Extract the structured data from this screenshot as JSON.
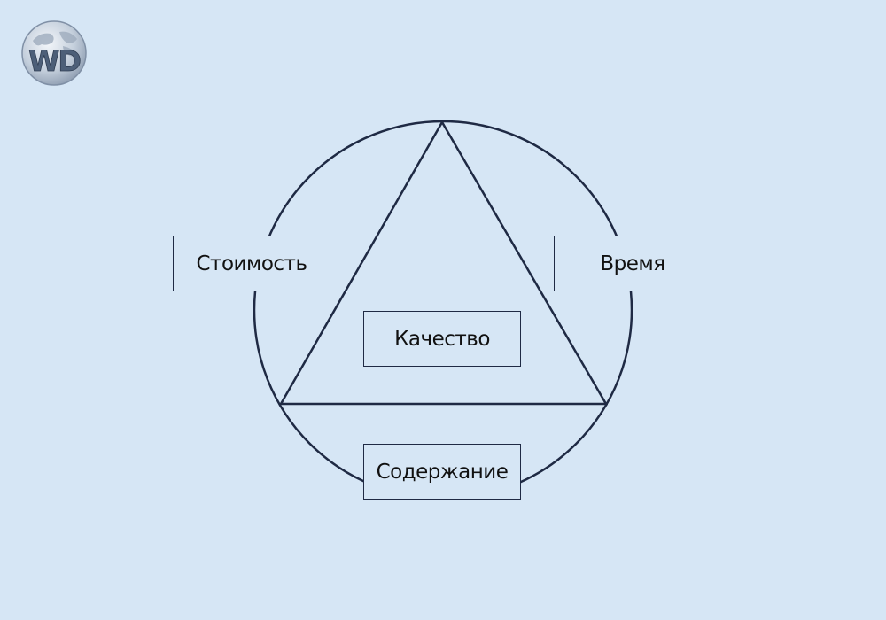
{
  "logo": {
    "text": "WD",
    "icon": "globe-icon"
  },
  "diagram": {
    "labels": {
      "cost": "Стоимость",
      "time": "Время",
      "quality": "Качество",
      "scope": "Содержание"
    }
  },
  "colors": {
    "background": "#d6e6f5",
    "stroke": "#1f2a44",
    "text": "#111111"
  }
}
